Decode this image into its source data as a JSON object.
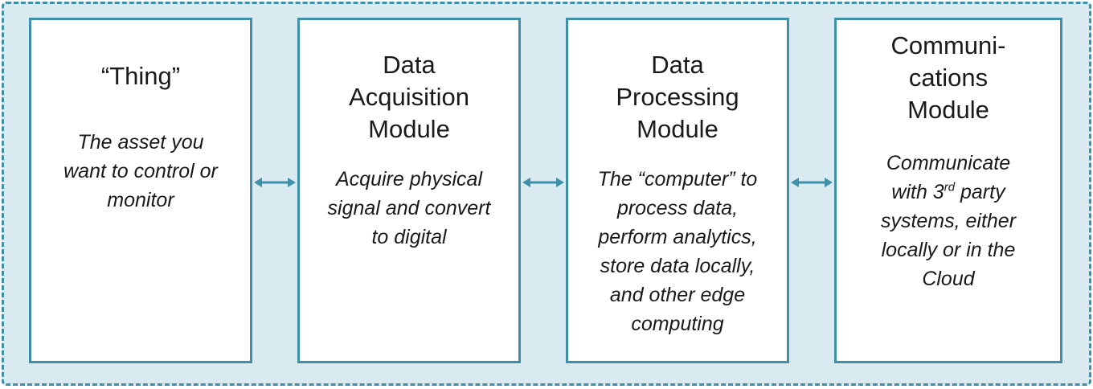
{
  "colors": {
    "background": "#d9eaf1",
    "border": "#3f8fa8",
    "box_fill": "#ffffff",
    "text": "#1a1a1a",
    "arrow": "#3f8fa8"
  },
  "modules": [
    {
      "title": "“Thing”",
      "description": "The asset you\nwant to control or\nmonitor"
    },
    {
      "title": "Data\nAcquisition\nModule",
      "description": "Acquire physical\nsignal and convert\nto digital"
    },
    {
      "title": "Data\nProcessing\nModule",
      "description": "The “computer” to\nprocess data,\nperform analytics,\nstore data locally,\nand other edge\ncomputing"
    },
    {
      "title": "Communi-\ncations\nModule",
      "description_before_sup": "Communicate\nwith 3",
      "description_sup": "rd",
      "description_after_sup": " party\nsystems, either\nlocally or in the\nCloud"
    }
  ],
  "connectors": [
    "bidirectional-arrow",
    "bidirectional-arrow",
    "bidirectional-arrow"
  ]
}
